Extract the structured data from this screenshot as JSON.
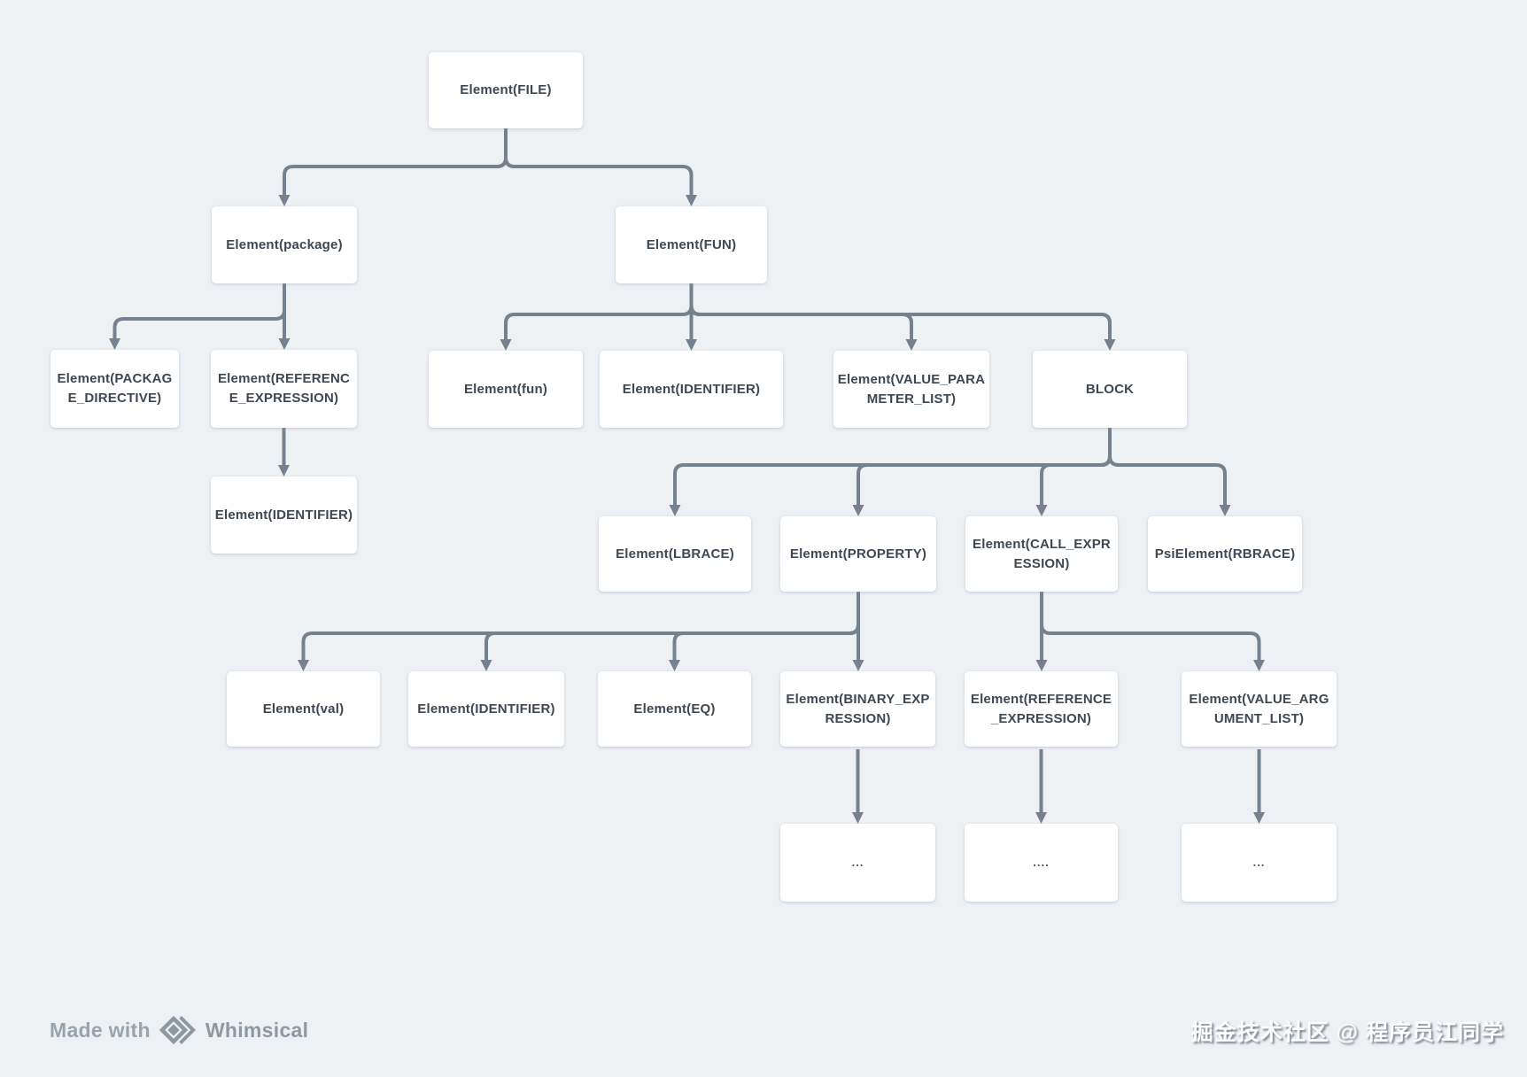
{
  "canvas": {
    "background_color": "#edf1f4",
    "box_fill": "#ffffff",
    "box_text_color": "#3d4853",
    "connector_color": "#75818e"
  },
  "nodes": {
    "file": {
      "label": "Element(FILE)"
    },
    "package": {
      "label": "Element(package)"
    },
    "fun": {
      "label": "Element(FUN)"
    },
    "package_directive": {
      "label": "Element(PACKAGE_DIRECTIVE)"
    },
    "reference_expression_1": {
      "label": "Element(REFERENCE_EXPRESSION)"
    },
    "fun_keyword": {
      "label": "Element(fun)"
    },
    "identifier_1": {
      "label": "Element(IDENTIFIER)"
    },
    "value_parameter_list": {
      "label": "Element(VALUE_PARAMETER_LIST)"
    },
    "block": {
      "label": "BLOCK"
    },
    "identifier_2": {
      "label": "Element(IDENTIFIER)"
    },
    "lbrace": {
      "label": "Element(LBRACE)"
    },
    "property": {
      "label": "Element(PROPERTY)"
    },
    "call_expression": {
      "label": "Element(CALL_EXPRESSION)"
    },
    "rbrace": {
      "label": "PsiElement(RBRACE)"
    },
    "val_keyword": {
      "label": "Element(val)"
    },
    "identifier_3": {
      "label": "Element(IDENTIFIER)"
    },
    "eq": {
      "label": "Element(EQ)"
    },
    "binary_expression": {
      "label": "Element(BINARY_EXPRESSION)"
    },
    "reference_expression_2": {
      "label": "Element(REFERENCE_EXPRESSION)"
    },
    "value_argument_list": {
      "label": "Element(VALUE_ARGUMENT_LIST)"
    },
    "ellipsis_1": {
      "label": "..."
    },
    "ellipsis_2": {
      "label": "...."
    },
    "ellipsis_3": {
      "label": "..."
    }
  },
  "edges": [
    {
      "from": "file",
      "to": "package"
    },
    {
      "from": "file",
      "to": "fun"
    },
    {
      "from": "package",
      "to": "package_directive"
    },
    {
      "from": "package",
      "to": "reference_expression_1"
    },
    {
      "from": "reference_expression_1",
      "to": "identifier_2"
    },
    {
      "from": "fun",
      "to": "fun_keyword"
    },
    {
      "from": "fun",
      "to": "identifier_1"
    },
    {
      "from": "fun",
      "to": "value_parameter_list"
    },
    {
      "from": "fun",
      "to": "block"
    },
    {
      "from": "block",
      "to": "lbrace"
    },
    {
      "from": "block",
      "to": "property"
    },
    {
      "from": "block",
      "to": "call_expression"
    },
    {
      "from": "block",
      "to": "rbrace"
    },
    {
      "from": "property",
      "to": "val_keyword"
    },
    {
      "from": "property",
      "to": "identifier_3"
    },
    {
      "from": "property",
      "to": "eq"
    },
    {
      "from": "property",
      "to": "binary_expression"
    },
    {
      "from": "call_expression",
      "to": "reference_expression_2"
    },
    {
      "from": "call_expression",
      "to": "value_argument_list"
    },
    {
      "from": "binary_expression",
      "to": "ellipsis_1"
    },
    {
      "from": "reference_expression_2",
      "to": "ellipsis_2"
    },
    {
      "from": "value_argument_list",
      "to": "ellipsis_3"
    }
  ],
  "footer": {
    "made_with": "Made with",
    "brand": "Whimsical",
    "watermark": "掘金技术社区 @ 程序员江同学"
  }
}
